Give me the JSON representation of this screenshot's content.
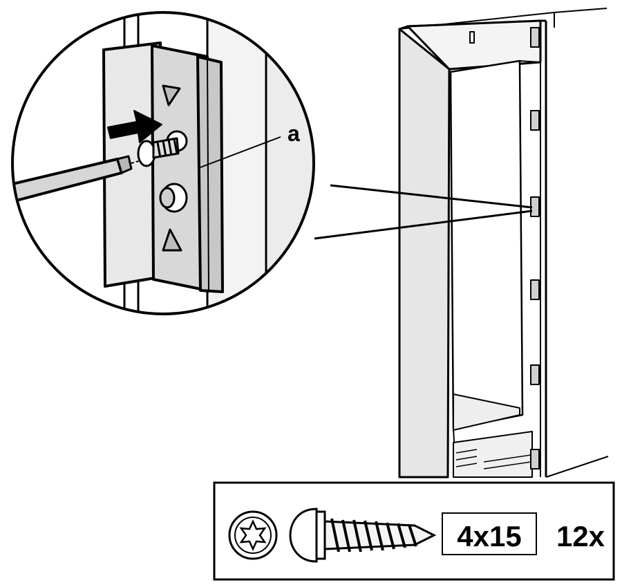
{
  "callout": {
    "label": "a"
  },
  "parts": {
    "screw_size": "4x15",
    "quantity": "12x",
    "drive_icon": "torx-drive-icon",
    "screw_icon": "pan-head-screw-icon"
  },
  "colors": {
    "line": "#000000",
    "fill_light": "#f2f2f2",
    "fill_mid": "#d9d9d9",
    "fill_dark": "#bdbdbd"
  }
}
